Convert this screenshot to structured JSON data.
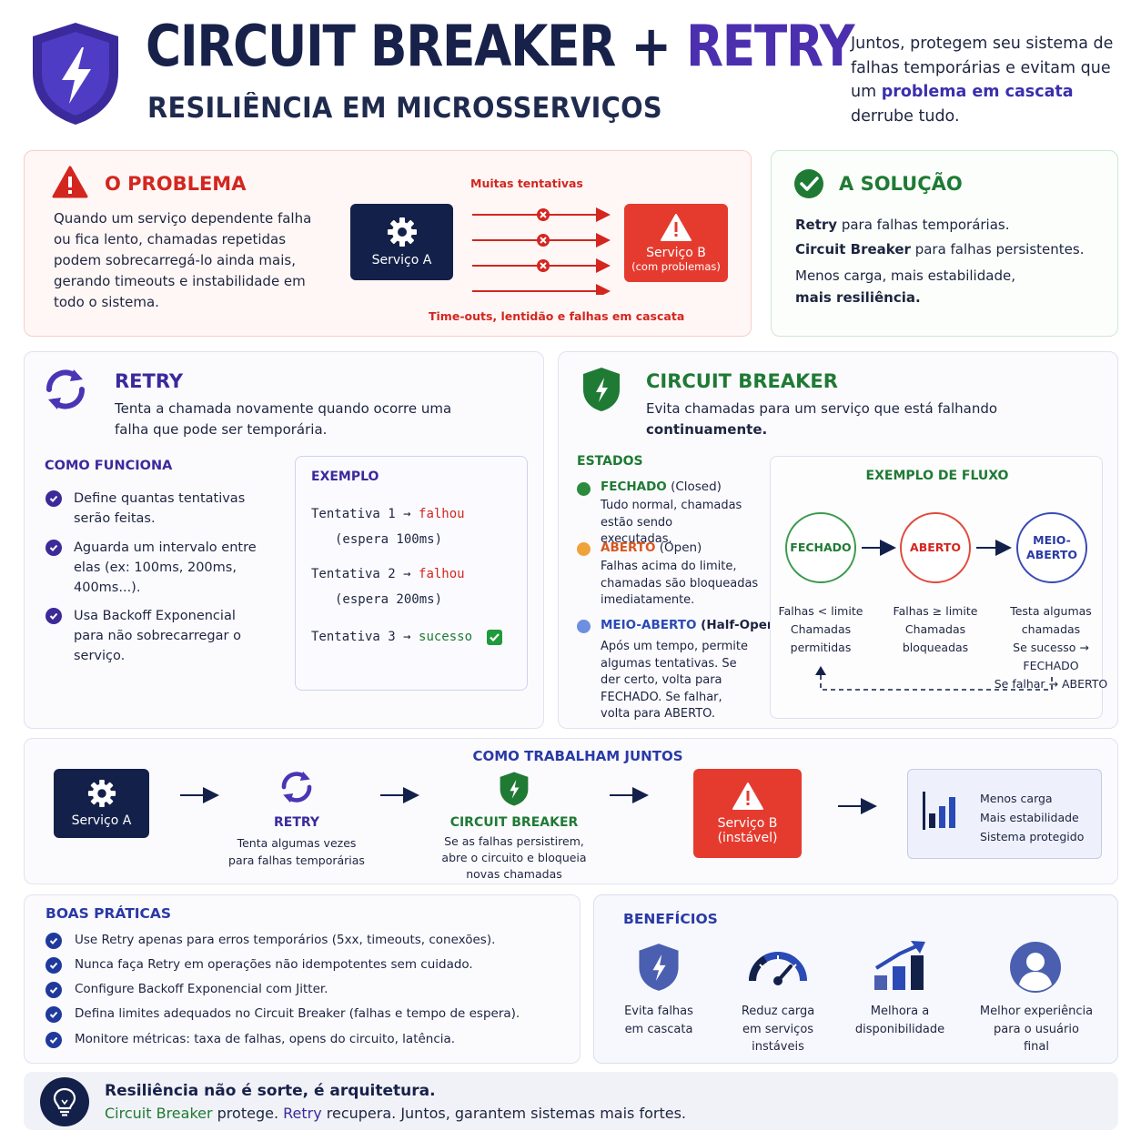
{
  "header": {
    "title_part1": "CIRCUIT BREAKER + ",
    "title_part2": "RETRY",
    "subtitle": "RESILIÊNCIA EM MICROSSERVIÇOS",
    "intro_pre": "Juntos, protegem seu sistema de falhas temporárias e evitam que um ",
    "intro_bold": "problema em cascata",
    "intro_post": " derrube tudo."
  },
  "problem": {
    "title": "O PROBLEMA",
    "text": "Quando um serviço dependente falha ou fica lento, chamadas repetidas podem sobrecarregá-lo ainda mais, gerando timeouts e instabilidade em todo o sistema.",
    "top_label": "Muitas tentativas",
    "bottom_label": "Time-outs, lentidão e falhas em cascata",
    "service_a": "Serviço A",
    "service_b": "Serviço B",
    "service_b_note": "(com problemas)"
  },
  "solution": {
    "title": "A SOLUÇÃO",
    "line1_bold": "Retry",
    "line1_rest": " para falhas temporárias.",
    "line2_bold": "Circuit Breaker",
    "line2_rest": " para falhas persistentes.",
    "line3": "Menos carga, mais estabilidade,",
    "line4": "mais resiliência."
  },
  "retry": {
    "title": "RETRY",
    "desc": "Tenta a chamada novamente quando ocorre uma falha que pode ser temporária.",
    "how_title": "COMO FUNCIONA",
    "items": [
      "Define quantas tentativas serão feitas.",
      "Aguarda um intervalo entre elas (ex: 100ms, 200ms, 400ms...).",
      "Usa Backoff Exponencial para não sobrecarregar o serviço."
    ],
    "example_title": "EXEMPLO",
    "example": {
      "t1": "Tentativa 1 →",
      "t1_result": "falhou",
      "w1": "(espera 100ms)",
      "t2": "Tentativa 2 →",
      "t2_result": "falhou",
      "w2": "(espera 200ms)",
      "t3": "Tentativa 3 →",
      "t3_result": "sucesso"
    }
  },
  "circuit_breaker": {
    "title": "CIRCUIT BREAKER",
    "desc_pre": "Evita chamadas para um serviço que está falhando ",
    "desc_bold": "continuamente.",
    "states_title": "ESTADOS",
    "states": [
      {
        "name": "FECHADO",
        "en": " (Closed)",
        "desc": "Tudo normal, chamadas estão sendo executadas.",
        "color": "#2e8b3e"
      },
      {
        "name": "ABERTO",
        "en": " (Open)",
        "desc": "Falhas acima do limite, chamadas são bloqueadas imediatamente.",
        "color": "#f0a23a"
      },
      {
        "name": "MEIO-ABERTO",
        "en": " (Half-Open)",
        "desc": "Após um tempo, permite algumas tentativas. Se der certo, volta para FECHADO. Se falhar, volta para ABERTO.",
        "color": "#6d8fe0"
      }
    ],
    "flow_title": "EXEMPLO DE FLUXO",
    "flow": {
      "closed": "FECHADO",
      "open": "ABERTO",
      "half1": "MEIO-",
      "half2": "ABERTO",
      "closed_desc1": "Falhas < limite",
      "closed_desc2": "Chamadas",
      "closed_desc3": "permitidas",
      "open_desc1": "Falhas ≥ limite",
      "open_desc2": "Chamadas",
      "open_desc3": "bloqueadas",
      "half_desc1": "Testa algumas",
      "half_desc2": "chamadas",
      "half_desc3": "Se sucesso → FECHADO",
      "half_desc4": "Se falhar → ABERTO"
    }
  },
  "together": {
    "title": "COMO TRABALHAM JUNTOS",
    "service_a": "Serviço A",
    "retry_title": "RETRY",
    "retry_desc1": "Tenta algumas vezes",
    "retry_desc2": "para falhas temporárias",
    "cb_title": "CIRCUIT BREAKER",
    "cb_desc1": "Se as falhas persistirem,",
    "cb_desc2": "abre o circuito e bloqueia",
    "cb_desc3": "novas chamadas",
    "service_b": "Serviço B",
    "service_b_note": "(instável)",
    "result1": "Menos carga",
    "result2": "Mais estabilidade",
    "result3": "Sistema protegido"
  },
  "practices": {
    "title": "BOAS PRÁTICAS",
    "items": [
      "Use Retry apenas para erros temporários (5xx, timeouts, conexões).",
      "Nunca faça Retry em operações não idempotentes sem cuidado.",
      "Configure Backoff Exponencial com Jitter.",
      "Defina limites adequados no Circuit Breaker (falhas e tempo de espera).",
      "Monitore métricas: taxa de falhas, opens do circuito, latência."
    ]
  },
  "benefits": {
    "title": "BENEFÍCIOS",
    "items": [
      {
        "l1": "Evita falhas",
        "l2": "em cascata",
        "l3": ""
      },
      {
        "l1": "Reduz carga",
        "l2": "em serviços",
        "l3": "instáveis"
      },
      {
        "l1": "Melhora a",
        "l2": "disponibilidade",
        "l3": ""
      },
      {
        "l1": "Melhor experiência",
        "l2": "para o usuário",
        "l3": "final"
      }
    ]
  },
  "footer": {
    "headline": "Resiliência não é sorte, é arquitetura.",
    "cb": "Circuit Breaker",
    "protege": " protege. ",
    "retry": "Retry",
    "rest": " recupera. Juntos, garantem sistemas mais fortes."
  },
  "colors": {
    "navy": "#13214a",
    "purple": "#3d2a98",
    "red": "#e53b2f",
    "green": "#1f7a34"
  }
}
